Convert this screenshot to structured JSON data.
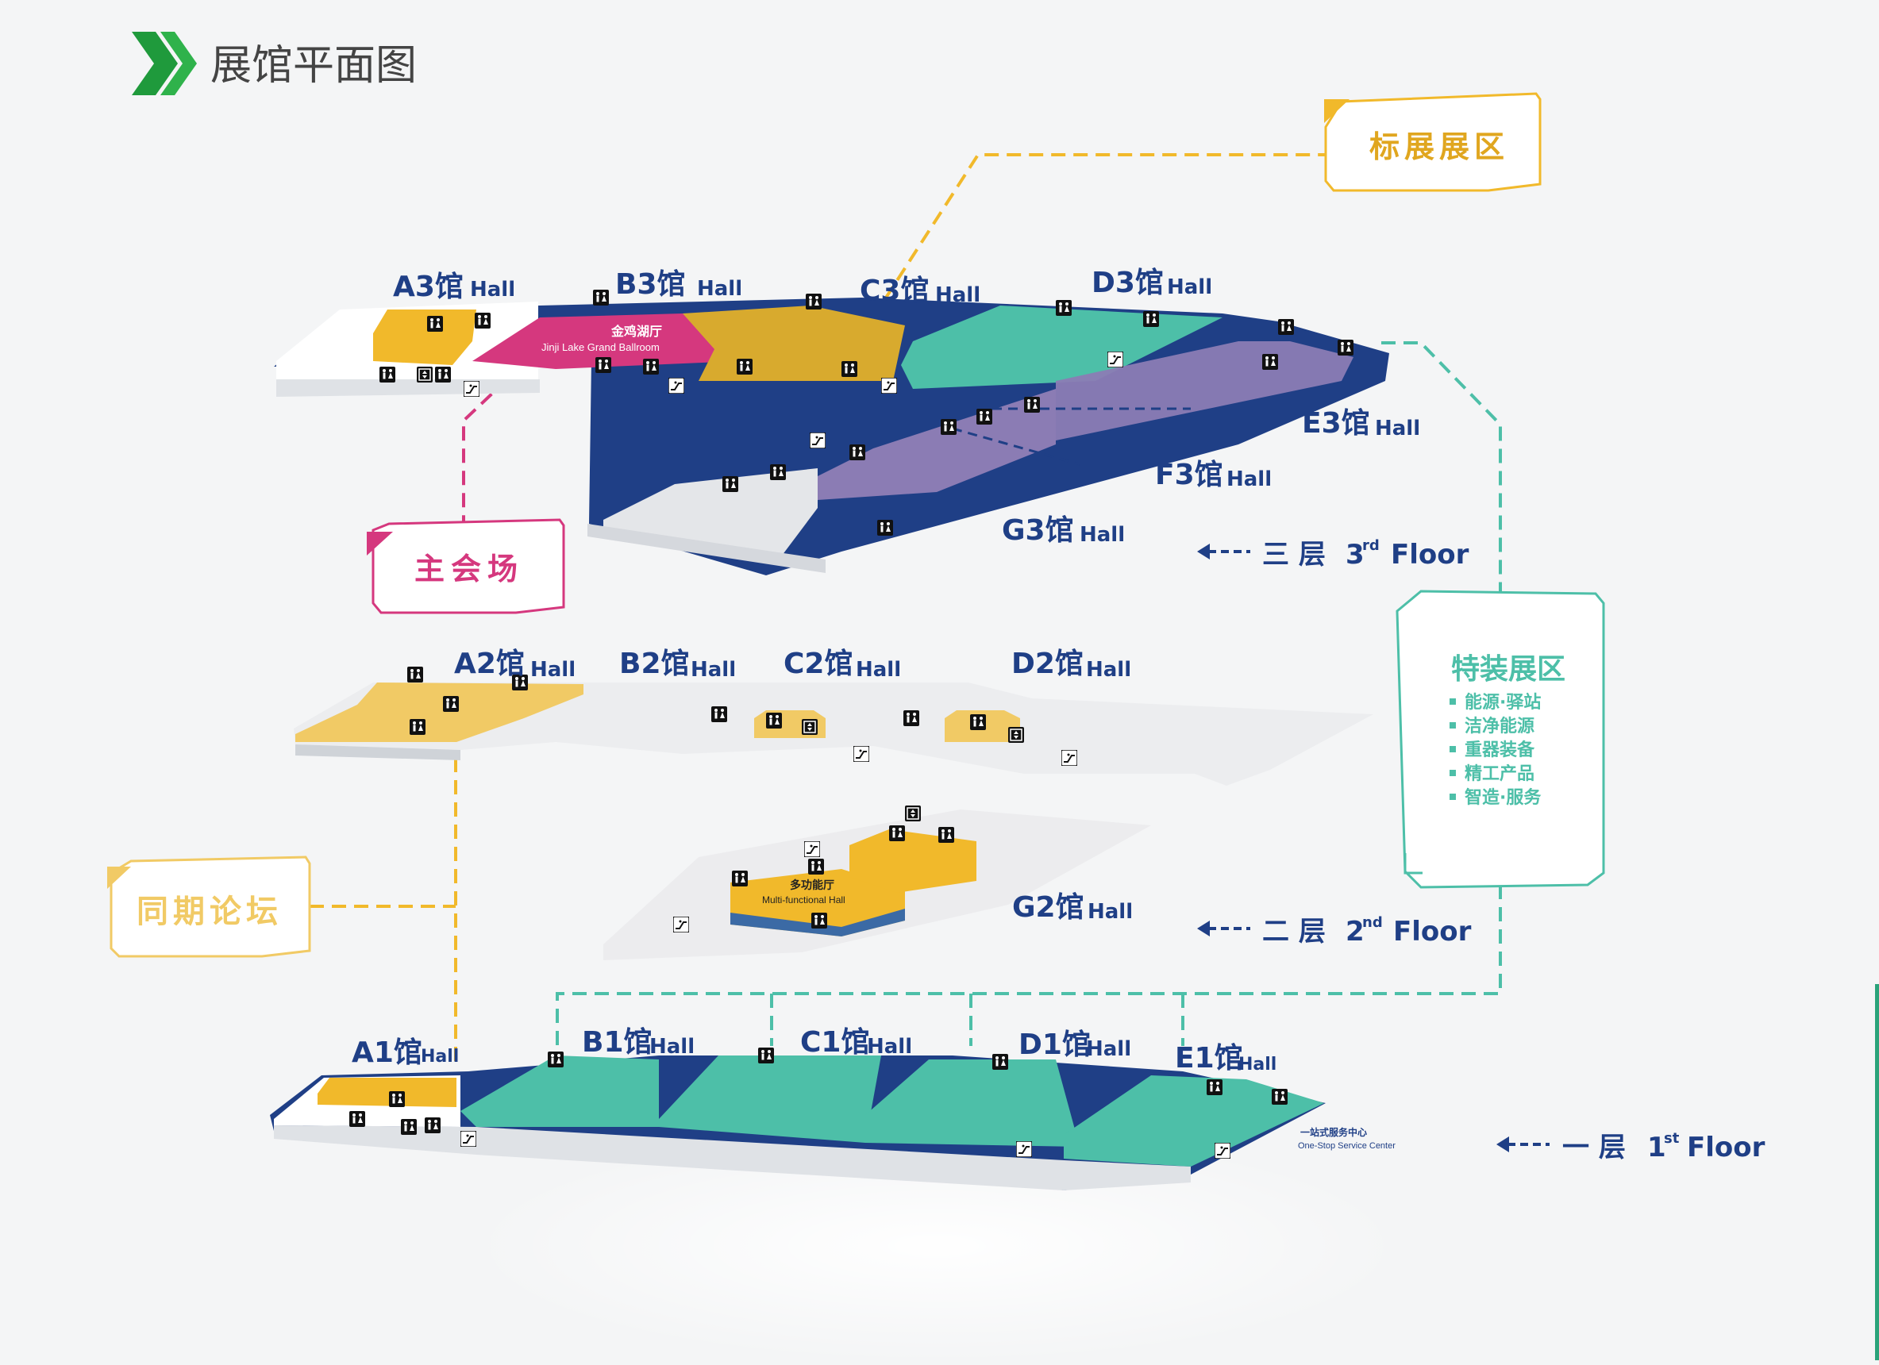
{
  "page_title": "展馆平面图",
  "colors": {
    "navy": "#1f3f86",
    "gold": "#f1b92b",
    "magenta": "#d5387e",
    "teal": "#4dbfa8",
    "purple": "#8b7cb4",
    "floor_gray": "#ecedef",
    "green_chevron": "#1f9a3c"
  },
  "zones": {
    "standard": {
      "label": "标展展区"
    },
    "main_venue": {
      "label": "主会场"
    },
    "forum": {
      "label": "同期论坛"
    },
    "special": {
      "label": "特装展区",
      "items": [
        "能源·驿站",
        "洁净能源",
        "重器装备",
        "精工产品",
        "智造·服务"
      ]
    }
  },
  "floors": {
    "third": {
      "level": "三 层",
      "en_prefix": "3",
      "en_sup": "rd",
      "en_word": "Floor",
      "halls": [
        {
          "id": "A3",
          "name": "A3馆",
          "suffix": "Hall"
        },
        {
          "id": "B3",
          "name": "B3馆",
          "suffix": "Hall"
        },
        {
          "id": "C3",
          "name": "C3馆",
          "suffix": "Hall"
        },
        {
          "id": "D3",
          "name": "D3馆",
          "suffix": "Hall"
        },
        {
          "id": "E3",
          "name": "E3馆",
          "suffix": "Hall"
        },
        {
          "id": "F3",
          "name": "F3馆",
          "suffix": "Hall"
        },
        {
          "id": "G3",
          "name": "G3馆",
          "suffix": "Hall"
        }
      ],
      "ballroom_cn": "金鸡湖厅",
      "ballroom_en": "Jinji Lake Grand Ballroom"
    },
    "second": {
      "level": "二 层",
      "en_prefix": "2",
      "en_sup": "nd",
      "en_word": "Floor",
      "halls": [
        {
          "id": "A2",
          "name": "A2馆",
          "suffix": "Hall"
        },
        {
          "id": "B2",
          "name": "B2馆",
          "suffix": "Hall"
        },
        {
          "id": "C2",
          "name": "C2馆",
          "suffix": "Hall"
        },
        {
          "id": "D2",
          "name": "D2馆",
          "suffix": "Hall"
        },
        {
          "id": "G2",
          "name": "G2馆",
          "suffix": "Hall"
        }
      ],
      "multi_cn": "多功能厅",
      "multi_en": "Multi-functional Hall"
    },
    "first": {
      "level": "一 层",
      "en_prefix": "1",
      "en_sup": "st",
      "en_word": "Floor",
      "halls": [
        {
          "id": "A1",
          "name": "A1馆",
          "suffix": "Hall"
        },
        {
          "id": "B1",
          "name": "B1馆",
          "suffix": "Hall"
        },
        {
          "id": "C1",
          "name": "C1馆",
          "suffix": "Hall"
        },
        {
          "id": "D1",
          "name": "D1馆",
          "suffix": "Hall"
        },
        {
          "id": "E1",
          "name": "E1馆",
          "suffix": "Hall"
        }
      ],
      "service_cn": "一站式服务中心",
      "service_en": "One-Stop Service Center"
    }
  },
  "icons": [
    "restroom-icon",
    "elevator-icon",
    "escalator-icon",
    "stairs-icon"
  ]
}
